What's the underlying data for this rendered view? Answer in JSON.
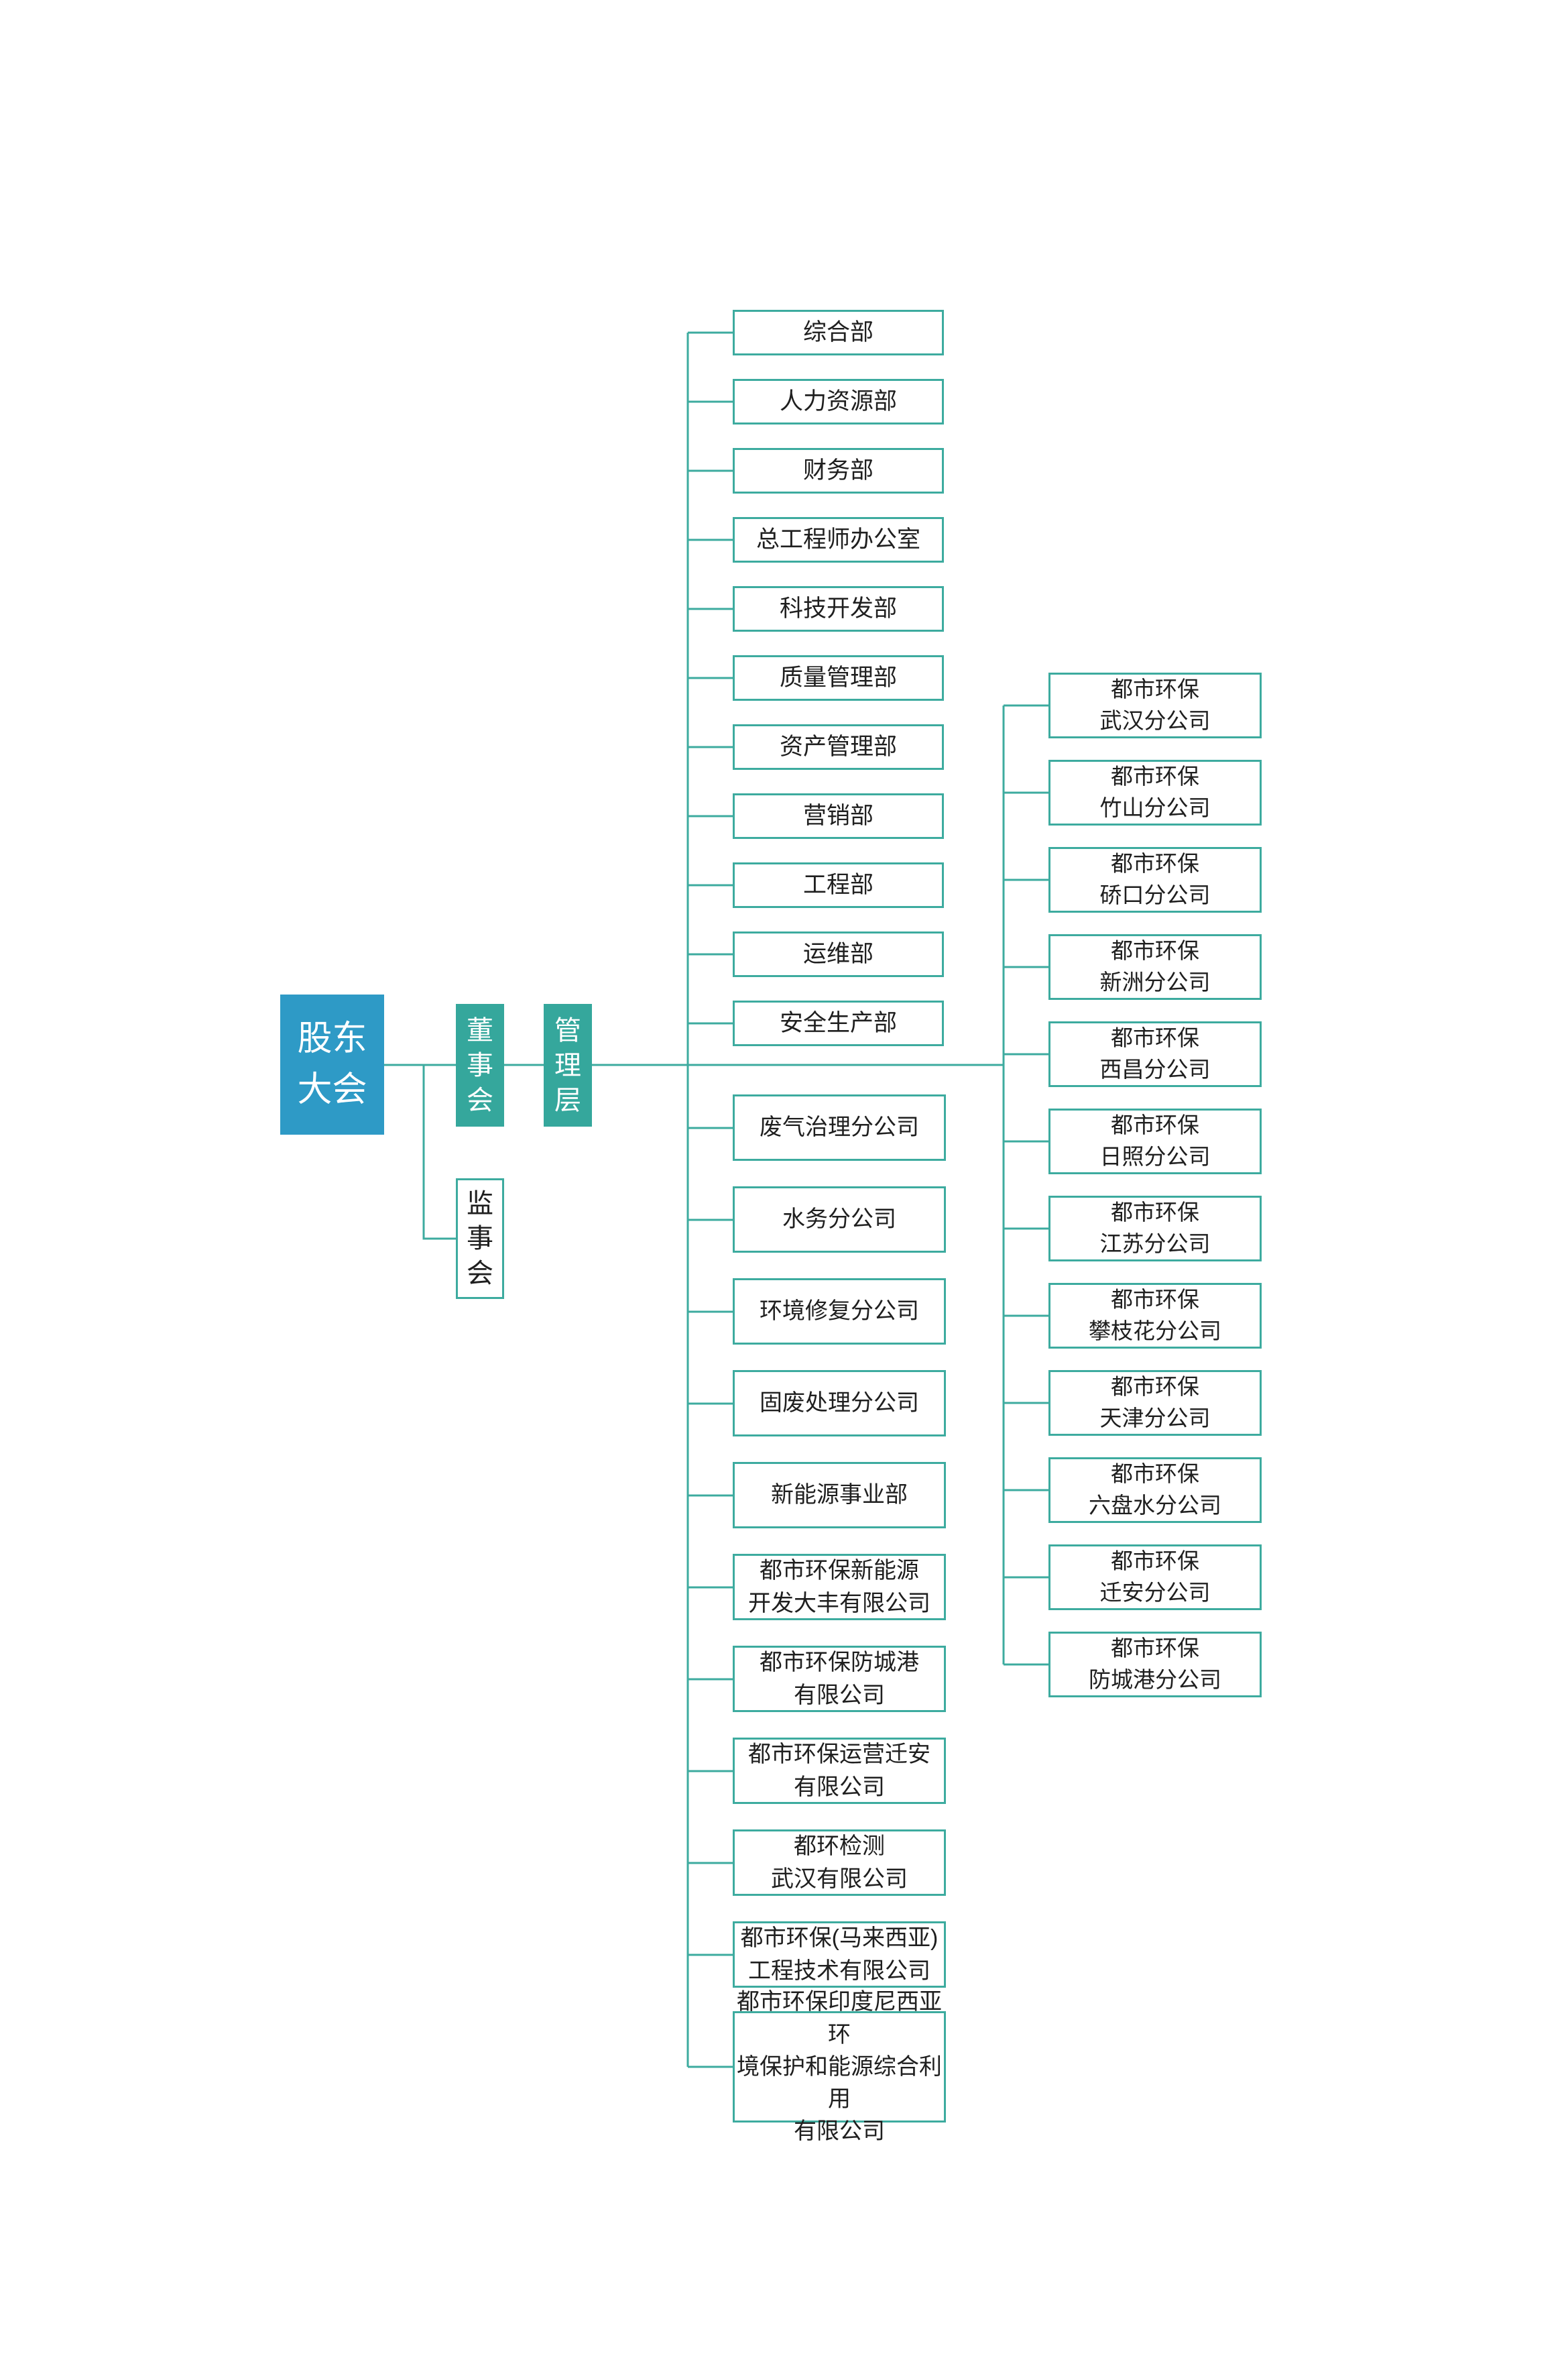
{
  "palette": {
    "root_fill": "#2e9ac6",
    "governance_fill": "#35a79c",
    "line_and_border": "#3dab9f",
    "text_dark": "#1f1f1f",
    "text_light": "#ffffff",
    "background": "#ffffff"
  },
  "root": {
    "label": "股东\n大会"
  },
  "board": {
    "label": "董\n事\n会"
  },
  "management": {
    "label": "管\n理\n层"
  },
  "supervisory": {
    "label": "监\n事\n会"
  },
  "departments": [
    "综合部",
    "人力资源部",
    "财务部",
    "总工程师办公室",
    "科技开发部",
    "质量管理部",
    "资产管理部",
    "营销部",
    "工程部",
    "运维部",
    "安全生产部"
  ],
  "subsidiaries": [
    "废气治理分公司",
    "水务分公司",
    "环境修复分公司",
    "固废处理分公司",
    "新能源事业部",
    "都市环保新能源\n开发大丰有限公司",
    "都市环保防城港\n有限公司",
    "都市环保运营迁安\n有限公司",
    "都环检测\n武汉有限公司",
    "都市环保(马来西亚)\n工程技术有限公司",
    "都市环保印度尼西亚环\n境保护和能源综合利用\n有限公司"
  ],
  "branches": [
    "都市环保\n武汉分公司",
    "都市环保\n竹山分公司",
    "都市环保\n硚口分公司",
    "都市环保\n新洲分公司",
    "都市环保\n西昌分公司",
    "都市环保\n日照分公司",
    "都市环保\n江苏分公司",
    "都市环保\n攀枝花分公司",
    "都市环保\n天津分公司",
    "都市环保\n六盘水分公司",
    "都市环保\n迁安分公司",
    "都市环保\n防城港分公司"
  ]
}
